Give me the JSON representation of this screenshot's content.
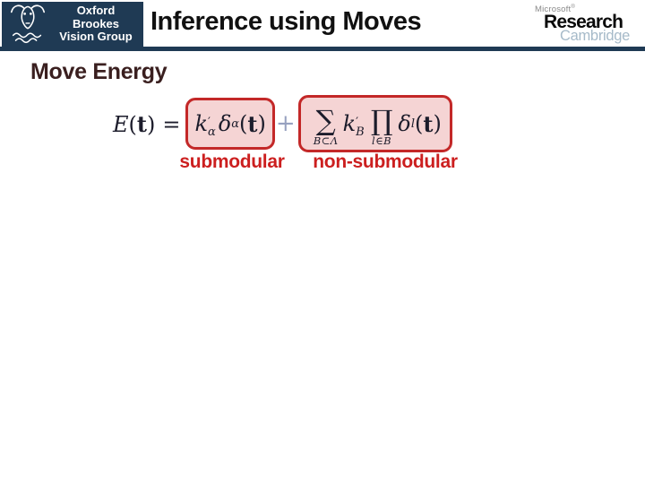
{
  "colors": {
    "navy": "#1f3a54",
    "box_border_red": "#c32828",
    "box_fill_pink": "#f5d4d4",
    "label_red": "#cc1f1f",
    "heading_maroon": "#3a1f1f",
    "plus_blue": "#97a1c0",
    "cambridge_blue": "#a6bac9"
  },
  "header": {
    "title": "Inference using Moves",
    "oxford_logo": {
      "icon": "bull-head-with-waves-icon",
      "line1": "Oxford Brookes",
      "line2": "Vision Group"
    },
    "microsoft_logo": {
      "brand": "Microsoft",
      "registered": "®",
      "research": "Research",
      "cambridge": "Cambridge"
    }
  },
  "content": {
    "heading": "Move Energy",
    "equation": {
      "E": "E",
      "open1": "(",
      "t1": "t",
      "close1": ")",
      "equals": "=",
      "box1": {
        "k": "k",
        "prime": "′",
        "alpha_sub": "α",
        "delta": "δ",
        "delta_sub": "α",
        "open": "(",
        "t": "t",
        "close": ")"
      },
      "plus": "+",
      "box2": {
        "sum": "∑",
        "sum_limit": "B⊂Λ",
        "k": "k",
        "prime": "′",
        "B_sub": "B",
        "prod": "∏",
        "prod_limit": "l∈B",
        "delta": "δ",
        "delta_sub": "l",
        "open": "(",
        "t": "t",
        "close": ")"
      },
      "label_submodular": "submodular",
      "label_nonsubmodular": "non-submodular"
    }
  }
}
